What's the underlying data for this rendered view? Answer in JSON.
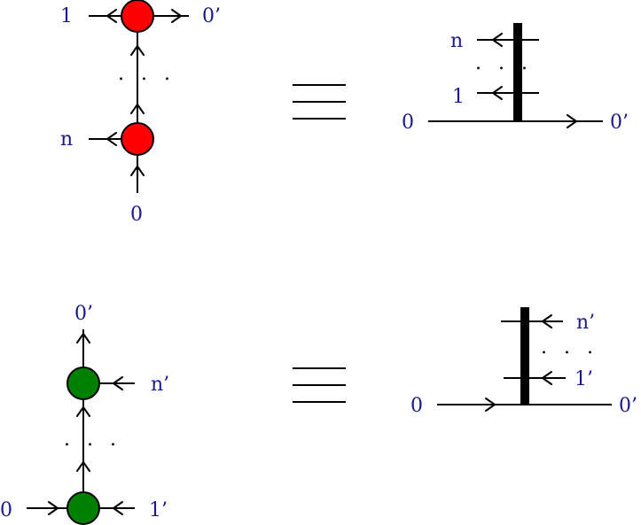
{
  "top": {
    "left": {
      "node_color": "#ff0000",
      "labels": {
        "one": "1",
        "zero_prime": "0’",
        "n": "n",
        "zero": "0"
      },
      "ellipsis": ". . ."
    },
    "right": {
      "labels": {
        "n": "n",
        "one": "1",
        "zero": "0",
        "zero_prime": "0’"
      },
      "ellipsis": ". . ."
    }
  },
  "bottom": {
    "left": {
      "node_color": "#008000",
      "labels": {
        "zero_prime": "0’",
        "n_prime": "n’",
        "zero": "0",
        "one_prime": "1’"
      },
      "ellipsis": ". . ."
    },
    "right": {
      "labels": {
        "n_prime": "n’",
        "one_prime": "1’",
        "zero": "0",
        "zero_prime": "0’"
      },
      "ellipsis": ". . ."
    }
  },
  "colors": {
    "label": "#1a1a8c",
    "line": "#000000",
    "red_node": "#ff0000",
    "green_node": "#008000"
  }
}
